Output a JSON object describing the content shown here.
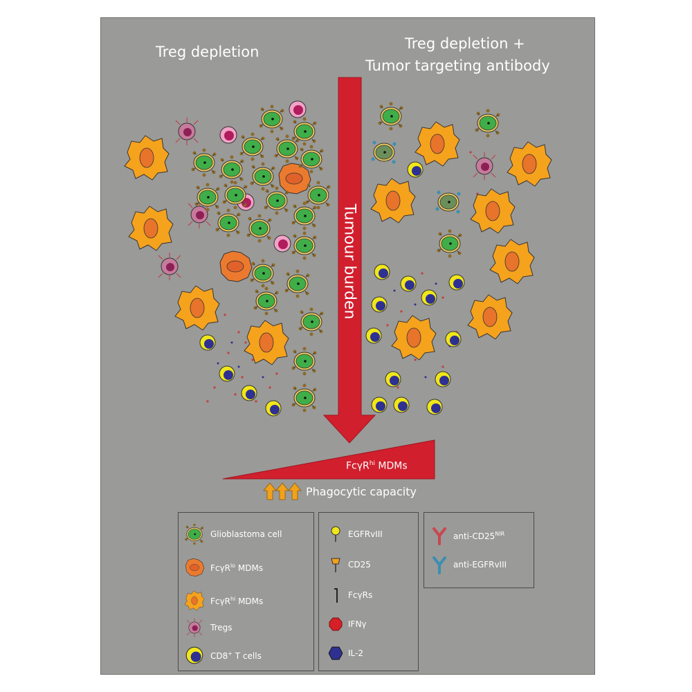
{
  "titles": {
    "left": "Treg depletion",
    "right_line1": "Treg depletion +",
    "right_line2": "Tumor targeting antibody"
  },
  "arrow": {
    "label": "Tumour burden",
    "color": "#d11f2e"
  },
  "wedge": {
    "label_main": "FcγR",
    "label_sup": "hi",
    "label_rest": " MDMs",
    "color": "#d11f2e"
  },
  "phagocytic": {
    "label": "Phagocytic capacity",
    "arrow_color": "#f2a21a"
  },
  "legend": {
    "cells": [
      {
        "icon": "glioblastoma-cell-icon",
        "label": "Glioblastoma cell",
        "sup": "",
        "rest": ""
      },
      {
        "icon": "mdm-lo-icon",
        "label": "FcγR",
        "sup": "lo",
        "rest": " MDMs"
      },
      {
        "icon": "mdm-hi-icon",
        "label": "FcγR",
        "sup": "hi",
        "rest": " MDMs"
      },
      {
        "icon": "treg-icon",
        "label": "Tregs",
        "sup": "",
        "rest": ""
      },
      {
        "icon": "cd8-t-cell-icon",
        "label": "CD8",
        "sup": "+",
        "rest": " T cells"
      }
    ],
    "molecules": [
      {
        "icon": "egfrviii-icon",
        "label": "EGFRvIII"
      },
      {
        "icon": "cd25-icon",
        "label": "CD25"
      },
      {
        "icon": "fcgr-icon",
        "label": "FcγRs"
      },
      {
        "icon": "ifny-icon",
        "label": "IFNγ"
      },
      {
        "icon": "il2-icon",
        "label": "IL-2"
      }
    ],
    "antibodies": [
      {
        "icon": "anti-cd25-antibody-icon",
        "label": "anti-CD25",
        "sup": "NIR",
        "color": "#c8474f"
      },
      {
        "icon": "anti-egfrviii-antibody-icon",
        "label": "anti-EGFRvIII",
        "sup": "",
        "color": "#3a8fb0"
      }
    ]
  },
  "colors": {
    "background": "#9a9a98",
    "glioblastoma": "#3fae49",
    "mdm_hi": "#f5a21d",
    "mdm_lo": "#ec7a2e",
    "treg": "#b14f84",
    "cd8": "#f0e61a",
    "ifny": "#d62027",
    "il2": "#2e3192"
  }
}
